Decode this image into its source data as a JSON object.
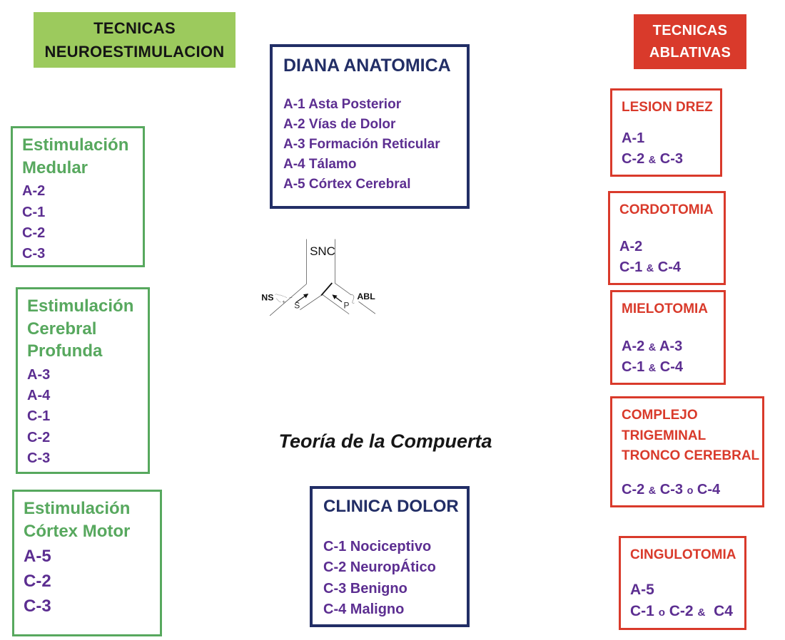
{
  "colors": {
    "green": "#57a85e",
    "green_bg": "#9cca5d",
    "red": "#d93a2b",
    "navy": "#222e66",
    "purple": "#5c2e91",
    "ink": "#111111"
  },
  "left_column": {
    "header": {
      "lines": [
        "TECNICAS",
        "NEUROESTIMULACION"
      ]
    },
    "boxes": [
      {
        "title_lines": [
          "Estimulación",
          "Medular"
        ],
        "items": [
          "A-2",
          "C-1",
          "C-2",
          "C-3"
        ]
      },
      {
        "title_lines": [
          "Estimulación",
          "Cerebral",
          "Profunda"
        ],
        "items": [
          "A-3",
          "A-4",
          "C-1",
          "C-2",
          "C-3"
        ]
      },
      {
        "title_lines": [
          "Estimulación",
          "Córtex Motor"
        ],
        "items": [
          "A-5",
          "C-2",
          "C-3"
        ]
      }
    ]
  },
  "center_column": {
    "diana": {
      "title": "DIANA ANATOMICA",
      "items": [
        "A-1 Asta Posterior",
        "A-2 Vías de Dolor",
        "A-3 Formación Reticular",
        "A-4 Tálamo",
        "A-5 Córtex Cerebral"
      ]
    },
    "diagram": {
      "snc_label": "SNC",
      "ns_label": "NS",
      "abl_label": "ABL",
      "s_label": "S",
      "p_label": "P",
      "caption": "Teoría de la Compuerta"
    },
    "clinica": {
      "title": "CLINICA DOLOR",
      "items": [
        "C-1 Nociceptivo",
        "C-2 NeuropÁtico",
        "C-3 Benigno",
        "C-4 Maligno"
      ]
    }
  },
  "right_column": {
    "header": {
      "lines": [
        "TECNICAS",
        "ABLATIVAS"
      ]
    },
    "boxes": [
      {
        "title_lines": [
          "LESION DREZ"
        ],
        "items": [
          "A-1",
          "C-2 & C-3"
        ]
      },
      {
        "title_lines": [
          "CORDOTOMIA"
        ],
        "items": [
          "A-2",
          "C-1 & C-4"
        ]
      },
      {
        "title_lines": [
          "MIELOTOMIA"
        ],
        "items": [
          "A-2 & A-3",
          "C-1 & C-4"
        ]
      },
      {
        "title_lines": [
          "COMPLEJO",
          "TRIGEMINAL",
          "TRONCO CEREBRAL"
        ],
        "items": [
          "C-2 & C-3 o C-4"
        ]
      },
      {
        "title_lines": [
          "CINGULOTOMIA"
        ],
        "items": [
          "A-5",
          "C-1 o C-2 &  C4"
        ]
      }
    ]
  }
}
